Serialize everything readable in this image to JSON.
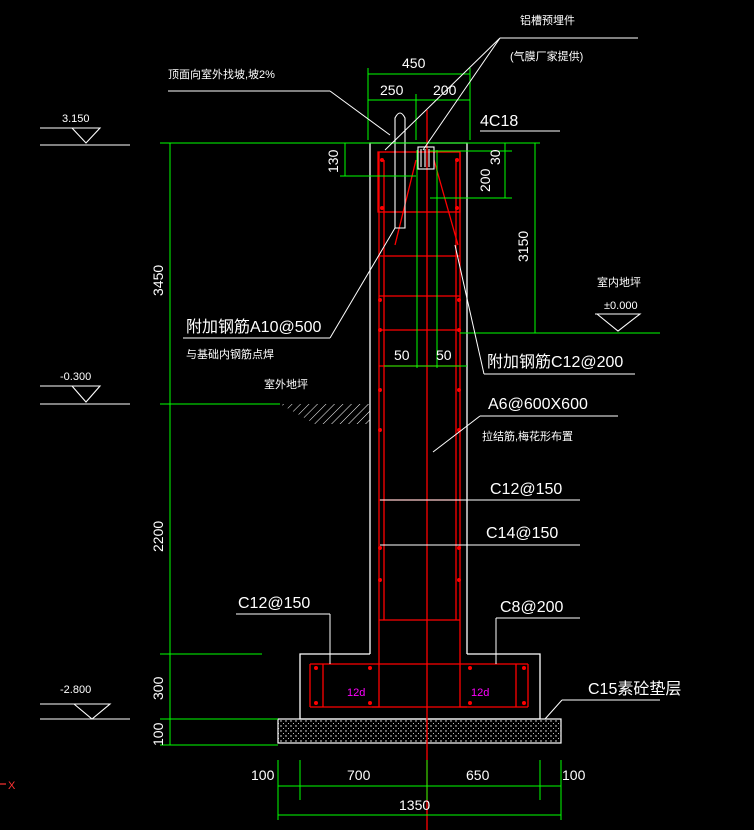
{
  "colors": {
    "background": "#000000",
    "rebar": "#ff0000",
    "dimension": "#00ff00",
    "text": "#ffffff",
    "concrete_outline": "#ffffff",
    "stirrup_note": "#ff00ff"
  },
  "elevations": {
    "top": "3.150",
    "ground_outside": "-0.300",
    "footing_bottom": "-2.800",
    "indoor": "±0.000"
  },
  "notes": {
    "top_left": "顶面向室外找坡,坡2%",
    "top_right": "铝槽预埋件",
    "top_right_sub": "(气膜厂家提供)",
    "outside_ground": "室外地坪",
    "indoor_ground": "室内地坪",
    "added_bar_left": "附加钢筋A10@500",
    "added_bar_left_sub": "与基础内钢筋点焊",
    "added_bar_right": "附加钢筋C12@200",
    "tie": "A6@600X600",
    "tie_sub": "拉结筋,梅花形布置",
    "bar_c12_150_wall": "C12@150",
    "bar_c14_150": "C14@150",
    "bar_c12_150_footing": "C12@150",
    "bar_c8_200": "C8@200",
    "top_bars": "4C18",
    "cushion": "C15素砼垫层",
    "hook_left": "12d",
    "hook_right": "12d",
    "axis": "X"
  },
  "dims": {
    "top_total": "450",
    "top_left": "250",
    "top_right": "200",
    "slot_h": "130",
    "right_30": "30",
    "right_200": "200",
    "right_3150": "3150",
    "left_3450": "3450",
    "left_2200": "2200",
    "left_300": "300",
    "left_100": "100",
    "mid_50_left": "50",
    "mid_50_right": "50",
    "bottom_100_left": "100",
    "bottom_700": "700",
    "bottom_650": "650",
    "bottom_100_right": "100",
    "bottom_total": "1350"
  }
}
